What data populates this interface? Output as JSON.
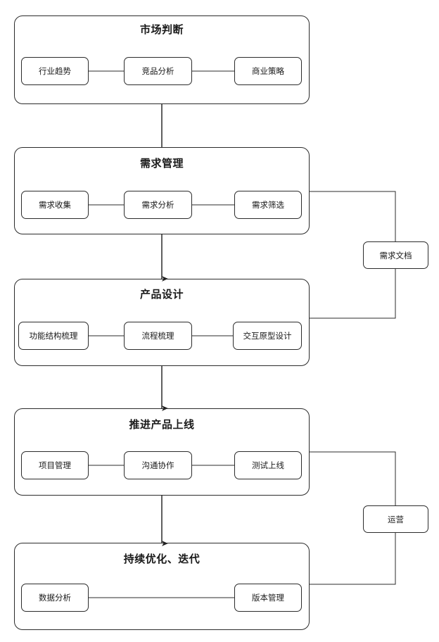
{
  "diagram": {
    "title_text": "",
    "line_color": "#2b2b2b",
    "box_fill": "#ffffff",
    "text_color": "#1a1a1a",
    "stages": [
      {
        "id": "market-judgment",
        "title": "市场判断",
        "nodes": [
          {
            "id": "industry-trend",
            "label": "行业趋势"
          },
          {
            "id": "competitor-analysis",
            "label": "竞品分析"
          },
          {
            "id": "business-strategy",
            "label": "商业策略"
          }
        ]
      },
      {
        "id": "requirement-management",
        "title": "需求管理",
        "nodes": [
          {
            "id": "requirement-collection",
            "label": "需求收集"
          },
          {
            "id": "requirement-analysis",
            "label": "需求分析"
          },
          {
            "id": "requirement-screening",
            "label": "需求筛选"
          }
        ]
      },
      {
        "id": "product-design",
        "title": "产品设计",
        "nodes": [
          {
            "id": "function-structure",
            "label": "功能结构梳理"
          },
          {
            "id": "process-combing",
            "label": "流程梳理"
          },
          {
            "id": "interaction-prototype",
            "label": "交互原型设计"
          }
        ]
      },
      {
        "id": "promote-launch",
        "title": "推进产品上线",
        "nodes": [
          {
            "id": "project-management",
            "label": "项目管理"
          },
          {
            "id": "communication-collaboration",
            "label": "沟通协作"
          },
          {
            "id": "test-launch",
            "label": "测试上线"
          }
        ]
      },
      {
        "id": "continuous-optimization",
        "title": "持续优化、迭代",
        "nodes": [
          {
            "id": "data-analysis",
            "label": "数据分析"
          },
          {
            "id": "version-management",
            "label": "版本管理"
          }
        ]
      }
    ],
    "side_nodes": [
      {
        "id": "requirement-document",
        "label": "需求文档"
      },
      {
        "id": "operations",
        "label": "运营"
      }
    ]
  }
}
